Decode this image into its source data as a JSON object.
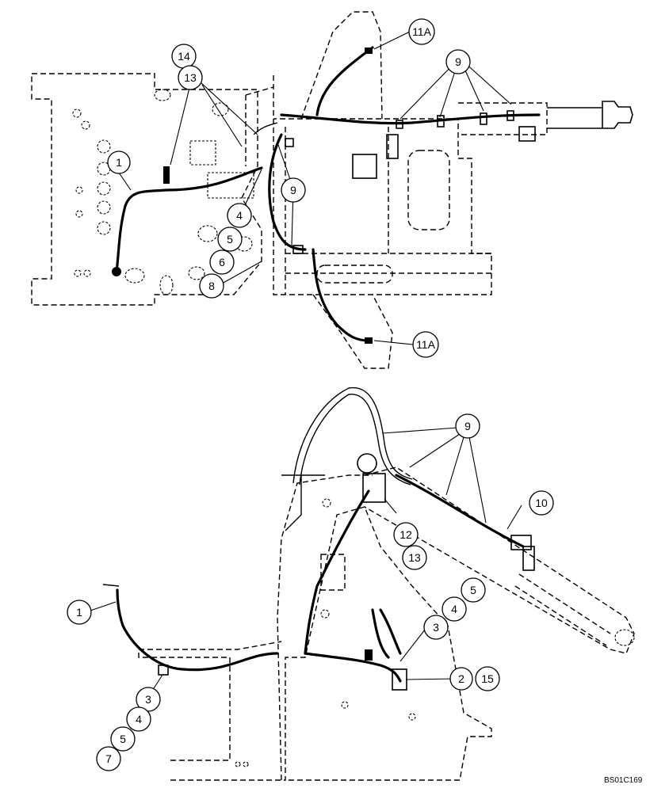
{
  "figure_code": "BS01C169",
  "top_view": {
    "callouts": {
      "c1": "1",
      "c4": "4",
      "c5": "5",
      "c6": "6",
      "c8": "8",
      "c9a": "9",
      "c9b": "9",
      "c11a_top": "11A",
      "c11a_bottom": "11A",
      "c13": "13",
      "c14": "14"
    }
  },
  "side_view": {
    "callouts": {
      "c1": "1",
      "c2": "2",
      "c3a": "3",
      "c3b": "3",
      "c4a": "4",
      "c4b": "4",
      "c5a": "5",
      "c5b": "5",
      "c7": "7",
      "c9": "9",
      "c10": "10",
      "c12": "12",
      "c13": "13",
      "c15": "15"
    }
  }
}
